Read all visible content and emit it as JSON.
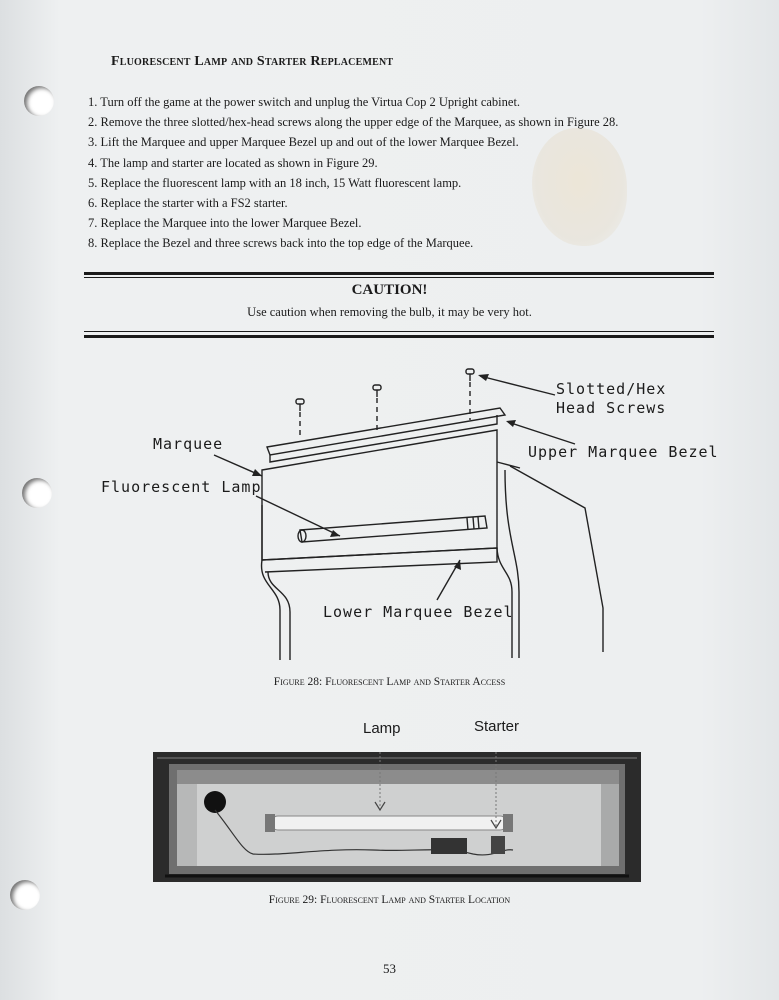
{
  "heading": "Fluorescent Lamp and Starter Replacement",
  "steps": [
    "1. Turn off the game at the power switch and unplug the Virtua Cop 2 Upright  cabinet.",
    "2. Remove the three slotted/hex-head screws along the upper edge of the Marquee, as shown in Figure 28.",
    "3. Lift the Marquee and upper Marquee Bezel up and out of the lower Marquee Bezel.",
    "4. The lamp and starter are located as shown in Figure 29.",
    "5. Replace the fluorescent lamp with an 18 inch, 15 Watt fluorescent lamp.",
    "6. Replace the starter with a FS2 starter.",
    "7. Replace the Marquee into the lower Marquee Bezel.",
    "8. Replace the Bezel and three screws back into the top edge of the Marquee."
  ],
  "caution": {
    "title": "CAUTION!",
    "text": "Use caution when removing the bulb, it may be very hot."
  },
  "figure28": {
    "labels": {
      "screws_line1": "Slotted/Hex",
      "screws_line2": "Head Screws",
      "marquee": "Marquee",
      "upper_bezel": "Upper Marquee Bezel",
      "lamp": "Fluorescent Lamp",
      "lower_bezel": "Lower Marquee Bezel"
    },
    "caption": "Figure 28: Fluorescent Lamp and Starter Access"
  },
  "figure29": {
    "labels": {
      "lamp": "Lamp",
      "starter": "Starter"
    },
    "caption": "Figure 29: Fluorescent Lamp and Starter Location"
  },
  "page_number": "53"
}
